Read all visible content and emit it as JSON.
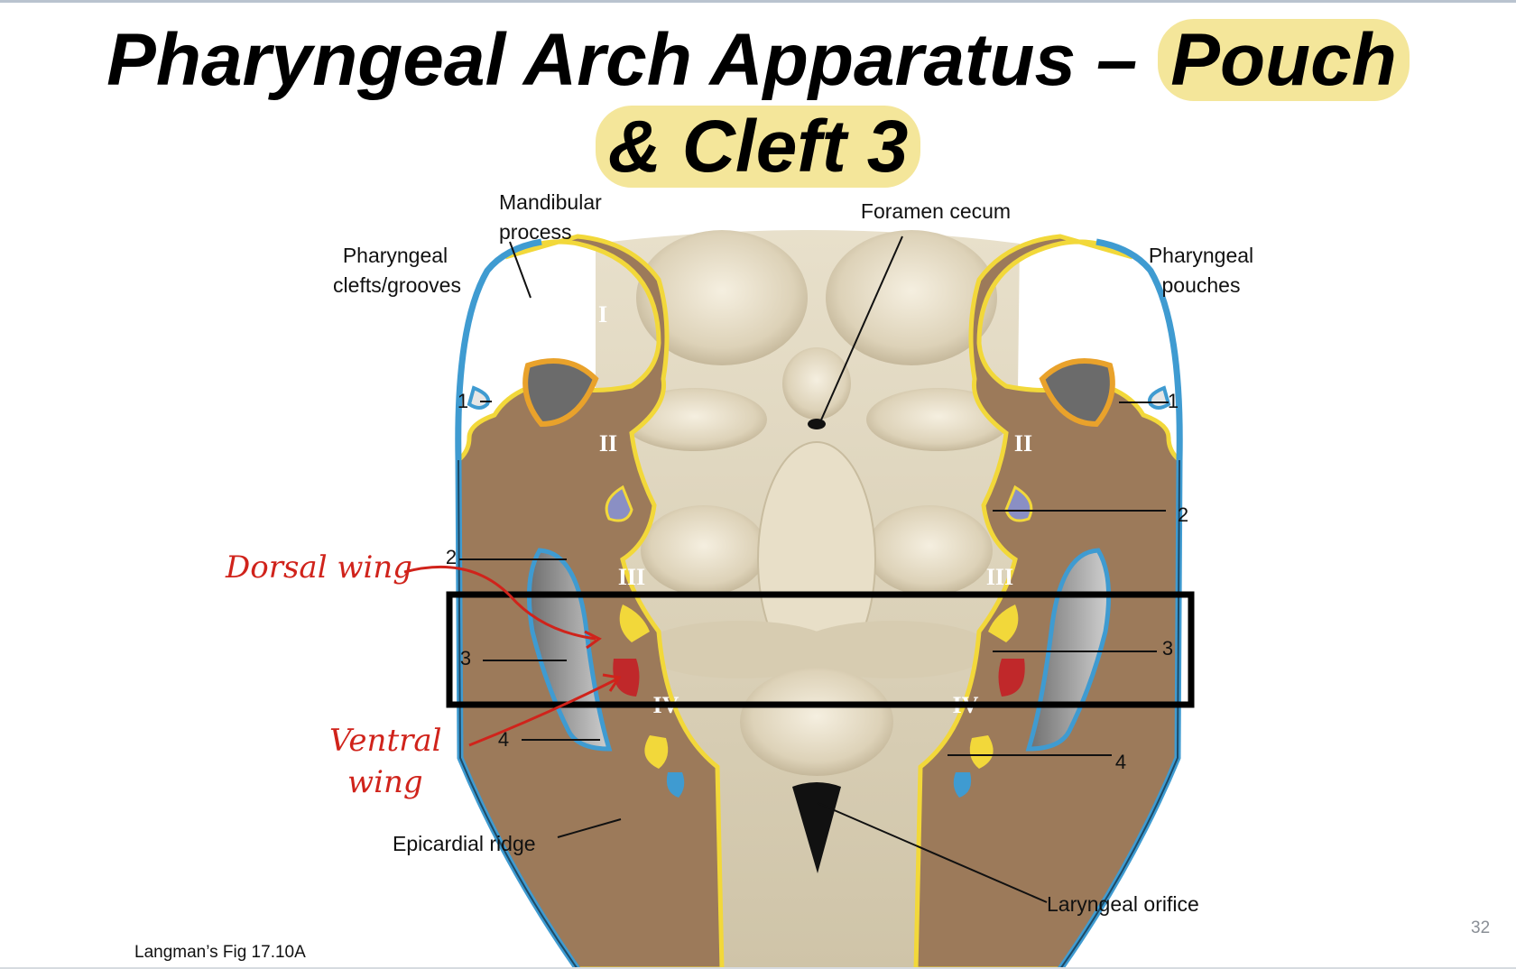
{
  "slide": {
    "title_part1": "Pharyngeal Arch Apparatus –",
    "title_highlight1": "Pouch",
    "title_highlight2": "& Cleft  3",
    "credit": "Langman’s Fig 17.10A",
    "page_number": "32",
    "highlight_color": "#f4e69a"
  },
  "diagram": {
    "labels": {
      "mandibular_1": "Mandibular",
      "mandibular_2": "process",
      "foramen_cecum": "Foramen cecum",
      "clefts_1": "Pharyngeal",
      "clefts_2": "clefts/grooves",
      "pouches_1": "Pharyngeal",
      "pouches_2": "pouches",
      "epicardial_ridge": "Epicardial ridge",
      "laryngeal_orifice": "Laryngeal orifice"
    },
    "left_numbers": [
      "1",
      "2",
      "3",
      "4"
    ],
    "right_numbers": [
      "1",
      "2",
      "3",
      "4"
    ],
    "arches": [
      "I",
      "II",
      "III",
      "IV"
    ],
    "annotations": {
      "dorsal_wing": "Dorsal wing",
      "ventral_1": "Ventral",
      "ventral_2": "wing"
    },
    "colors": {
      "arch": "#9c7a5a",
      "ectoderm": "#3f9bd1",
      "endoderm": "#f2d83a",
      "floor": "#ddd4bd",
      "pouch2": "#8a8fc4",
      "pouch3_ventral": "#c0282a",
      "annotation": "#d0231b"
    }
  }
}
